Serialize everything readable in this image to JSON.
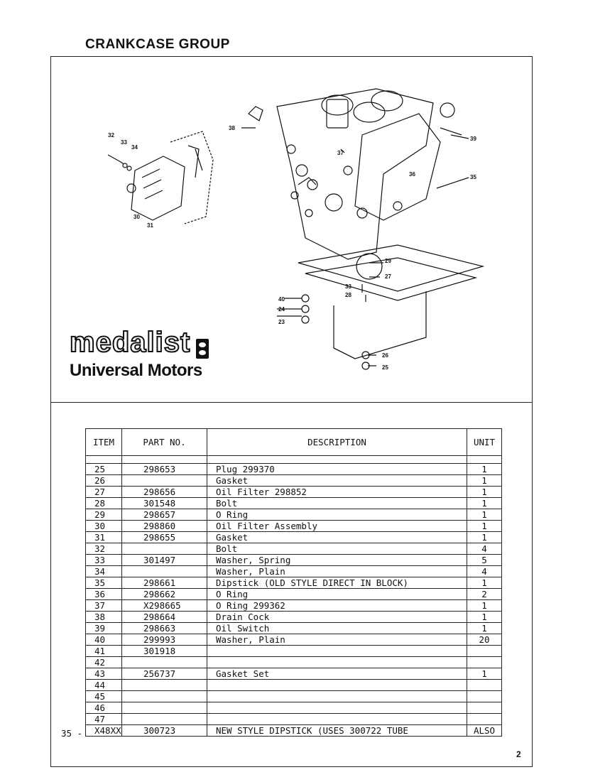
{
  "page": {
    "title": "CRANKCASE GROUP",
    "page_number": "2"
  },
  "brand": {
    "logo_text": "medalist",
    "company": "Universal Motors"
  },
  "diagram": {
    "callouts": [
      "32",
      "33",
      "34",
      "30",
      "31",
      "38",
      "37",
      "39",
      "36",
      "35",
      "29",
      "27",
      "33",
      "28",
      "40",
      "24",
      "23",
      "26",
      "25"
    ]
  },
  "table": {
    "headers": {
      "item": "ITEM",
      "part": "PART NO.",
      "desc": "DESCRIPTION",
      "unit": "UNIT"
    },
    "rows": [
      {
        "item": "25",
        "part": "298653",
        "desc": "Plug     299370",
        "unit": "1"
      },
      {
        "item": "26",
        "part": "",
        "desc": "Gasket",
        "unit": "1"
      },
      {
        "item": "27",
        "part": "298656",
        "desc": "Oil Filter    298852",
        "unit": "1"
      },
      {
        "item": "28",
        "part": "301548",
        "desc": "Bolt",
        "unit": "1"
      },
      {
        "item": "29",
        "part": "298657",
        "desc": "O Ring",
        "unit": "1"
      },
      {
        "item": "30",
        "part": "298860",
        "desc": "Oil Filter Assembly",
        "unit": "1"
      },
      {
        "item": "31",
        "part": "298655",
        "desc": "Gasket",
        "unit": "1"
      },
      {
        "item": "32",
        "part": "",
        "desc": "Bolt",
        "unit": "4"
      },
      {
        "item": "33",
        "part": "301497",
        "desc": "Washer, Spring",
        "unit": "5"
      },
      {
        "item": "34",
        "part": "",
        "desc": "Washer, Plain",
        "unit": "4"
      },
      {
        "item": "35",
        "part": "298661",
        "desc": "Dipstick (OLD STYLE DIRECT IN BLOCK)",
        "unit": "1"
      },
      {
        "item": "36",
        "part": "298662",
        "desc": "O Ring",
        "unit": "2"
      },
      {
        "item": "37",
        "part": "X298665",
        "desc": "O Ring   299362",
        "unit": "1"
      },
      {
        "item": "38",
        "part": "298664",
        "desc": "Drain Cock",
        "unit": "1"
      },
      {
        "item": "39",
        "part": "298663",
        "desc": "Oil Switch",
        "unit": "1"
      },
      {
        "item": "40",
        "part": "299993",
        "desc": "Washer, Plain",
        "unit": "20"
      },
      {
        "item": "41",
        "part": "301918",
        "desc": "",
        "unit": ""
      },
      {
        "item": "42",
        "part": "",
        "desc": "",
        "unit": ""
      },
      {
        "item": "43",
        "part": "256737",
        "desc": "Gasket Set",
        "unit": "1"
      },
      {
        "item": "44",
        "part": "",
        "desc": "",
        "unit": ""
      },
      {
        "item": "45",
        "part": "",
        "desc": "",
        "unit": ""
      },
      {
        "item": "46",
        "part": "",
        "desc": "",
        "unit": ""
      },
      {
        "item": "47",
        "part": "",
        "desc": "",
        "unit": ""
      },
      {
        "item": "X48XX",
        "part": "300723",
        "desc": "NEW STYLE DIPSTICK (USES 300722 TUBE",
        "unit": "ALSO"
      }
    ],
    "row_prefix": "35 -"
  }
}
